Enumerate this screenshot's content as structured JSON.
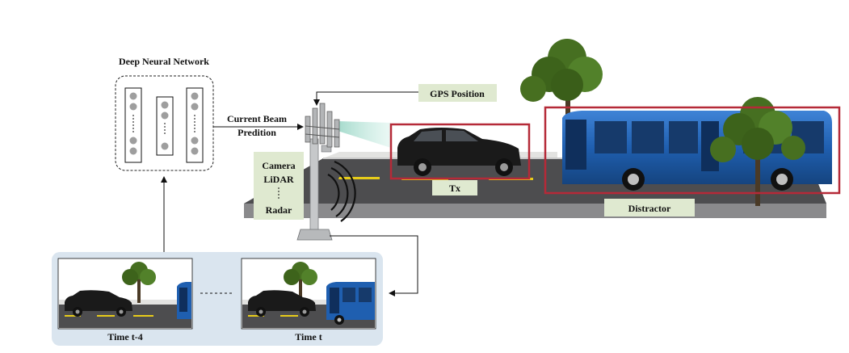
{
  "dnn": {
    "title": "Deep Neural Network"
  },
  "prediction": {
    "line1": "Current Beam",
    "line2": "Predition"
  },
  "labels": {
    "gps": "GPS Position",
    "sensors": [
      "Camera",
      "LiDAR",
      "Radar"
    ],
    "tx": "Tx",
    "distractor": "Distractor"
  },
  "frames": {
    "first": "Time t-4",
    "last": "Time t"
  },
  "colors": {
    "label_box_fill": "#dfe9d0",
    "highlight_box": "#b52a38",
    "timeline_panel": "#dae5ef",
    "bus_blue": "#1f5fb0",
    "car_black": "#1a1a1a",
    "road_gray": "#4d4d4f",
    "lane_yellow": "#e7cc1a",
    "tree_green": "#3f6a1c"
  }
}
